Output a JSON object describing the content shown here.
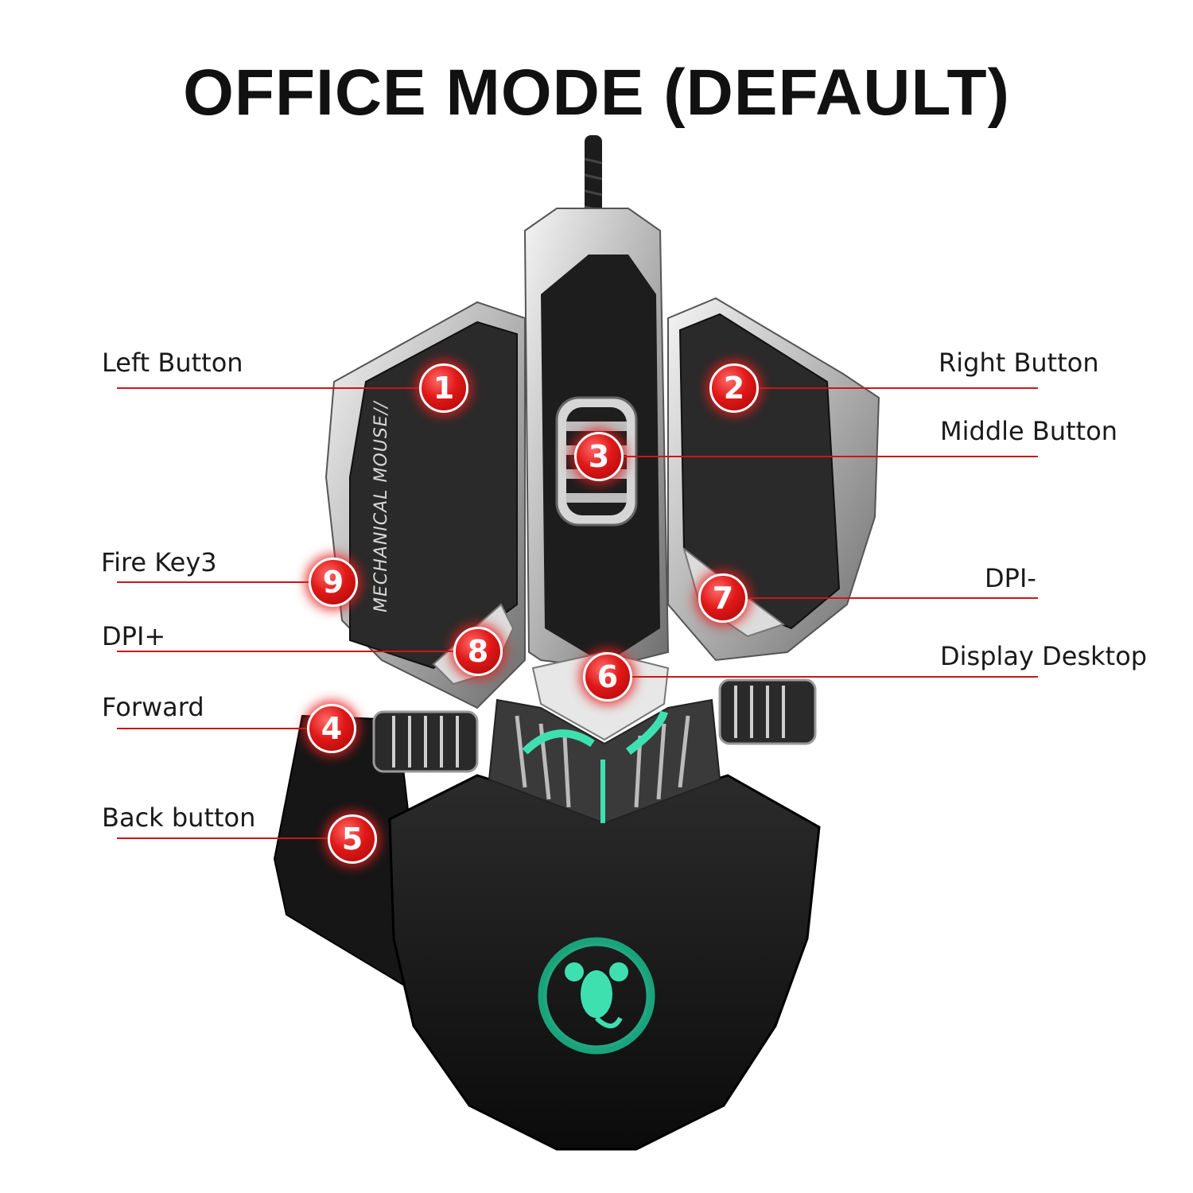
{
  "title": "OFFICE MODE (DEFAULT)",
  "mouse_logo_text": "MECHANICAL MOUSE//",
  "accent_color": "#d41c1c",
  "glow_color": "#3fe0b0",
  "callouts": [
    {
      "number": "1",
      "label": "Left Button",
      "side": "left"
    },
    {
      "number": "2",
      "label": "Right Button",
      "side": "right"
    },
    {
      "number": "3",
      "label": "Middle Button",
      "side": "right"
    },
    {
      "number": "4",
      "label": "Forward",
      "side": "left"
    },
    {
      "number": "5",
      "label": "Back button",
      "side": "left"
    },
    {
      "number": "6",
      "label": "Display Desktop",
      "side": "right"
    },
    {
      "number": "7",
      "label": "DPI-",
      "side": "right"
    },
    {
      "number": "8",
      "label": "DPI+",
      "side": "left"
    },
    {
      "number": "9",
      "label": "Fire Key3",
      "side": "left"
    }
  ]
}
